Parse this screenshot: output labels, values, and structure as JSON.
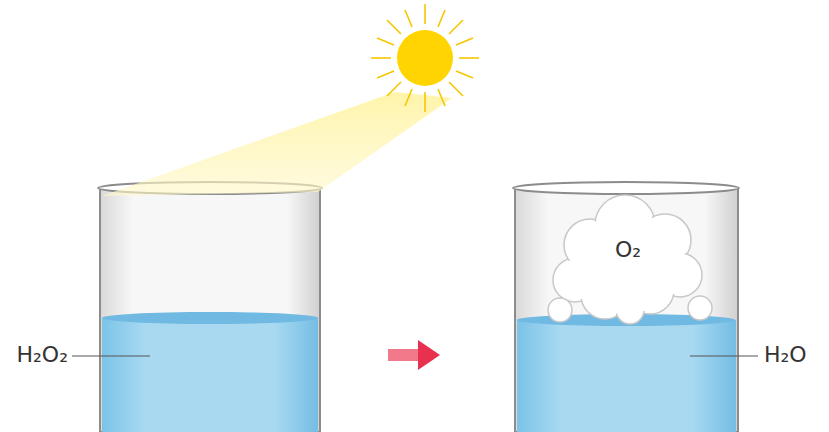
{
  "diagram": {
    "labels": [
      "H₂O₂",
      "O₂",
      "H₂O"
    ]
  }
}
